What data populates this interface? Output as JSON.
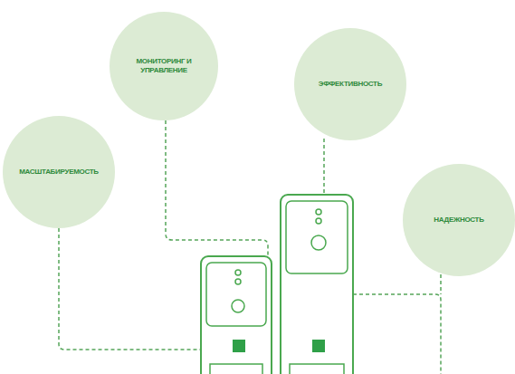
{
  "diagram": {
    "nodes": [
      {
        "text": [
          "МОНИТОРИНГ И УПРАВЛЕНИЕ"
        ]
      },
      {
        "text": [
          "ЭФФЕКТИВНОСТЬ"
        ]
      },
      {
        "text": [
          "МАСШТАБИРУЕМОСТЬ"
        ]
      },
      {
        "text": [
          "НАДЕЖНОСТЬ"
        ]
      }
    ]
  }
}
